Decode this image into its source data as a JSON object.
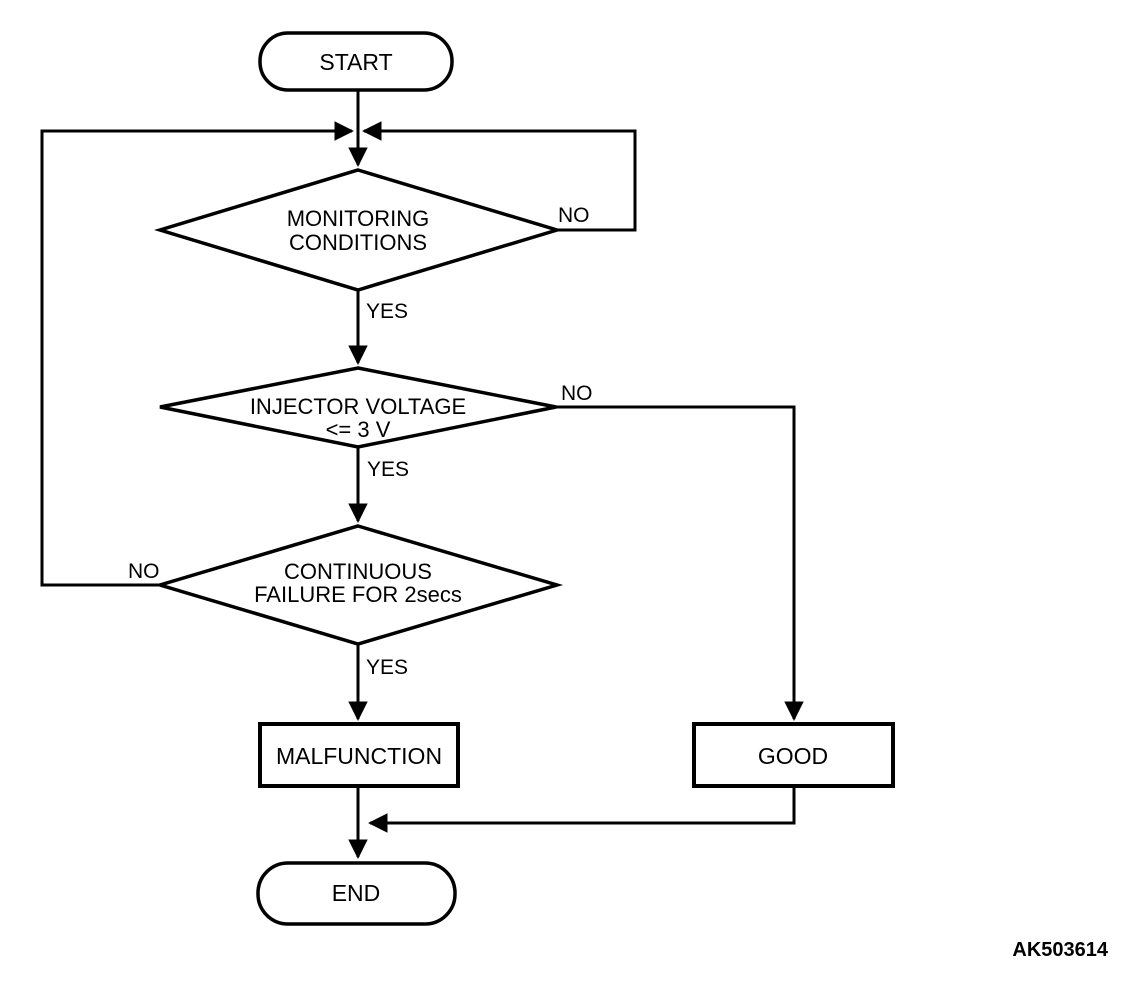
{
  "diagram": {
    "type": "flowchart",
    "figure_code": "AK503614",
    "colors": {
      "line": "#000000",
      "background": "#ffffff",
      "text": "#000000"
    },
    "nodes": {
      "start": {
        "type": "terminator",
        "label": "START"
      },
      "monitoring": {
        "type": "decision",
        "label_line1": "MONITORING",
        "label_line2": "CONDITIONS"
      },
      "injector": {
        "type": "decision",
        "label_line1": "INJECTOR VOLTAGE",
        "label_line2": "<= 3 V"
      },
      "continuous": {
        "type": "decision",
        "label_line1": "CONTINUOUS",
        "label_line2": "FAILURE FOR 2secs"
      },
      "malfunction": {
        "type": "process",
        "label": "MALFUNCTION"
      },
      "good": {
        "type": "process",
        "label": "GOOD"
      },
      "end": {
        "type": "terminator",
        "label": "END"
      }
    },
    "edge_labels": {
      "monitoring_no": "NO",
      "monitoring_yes": "YES",
      "injector_no": "NO",
      "injector_yes": "YES",
      "continuous_no": "NO",
      "continuous_yes": "YES"
    }
  }
}
